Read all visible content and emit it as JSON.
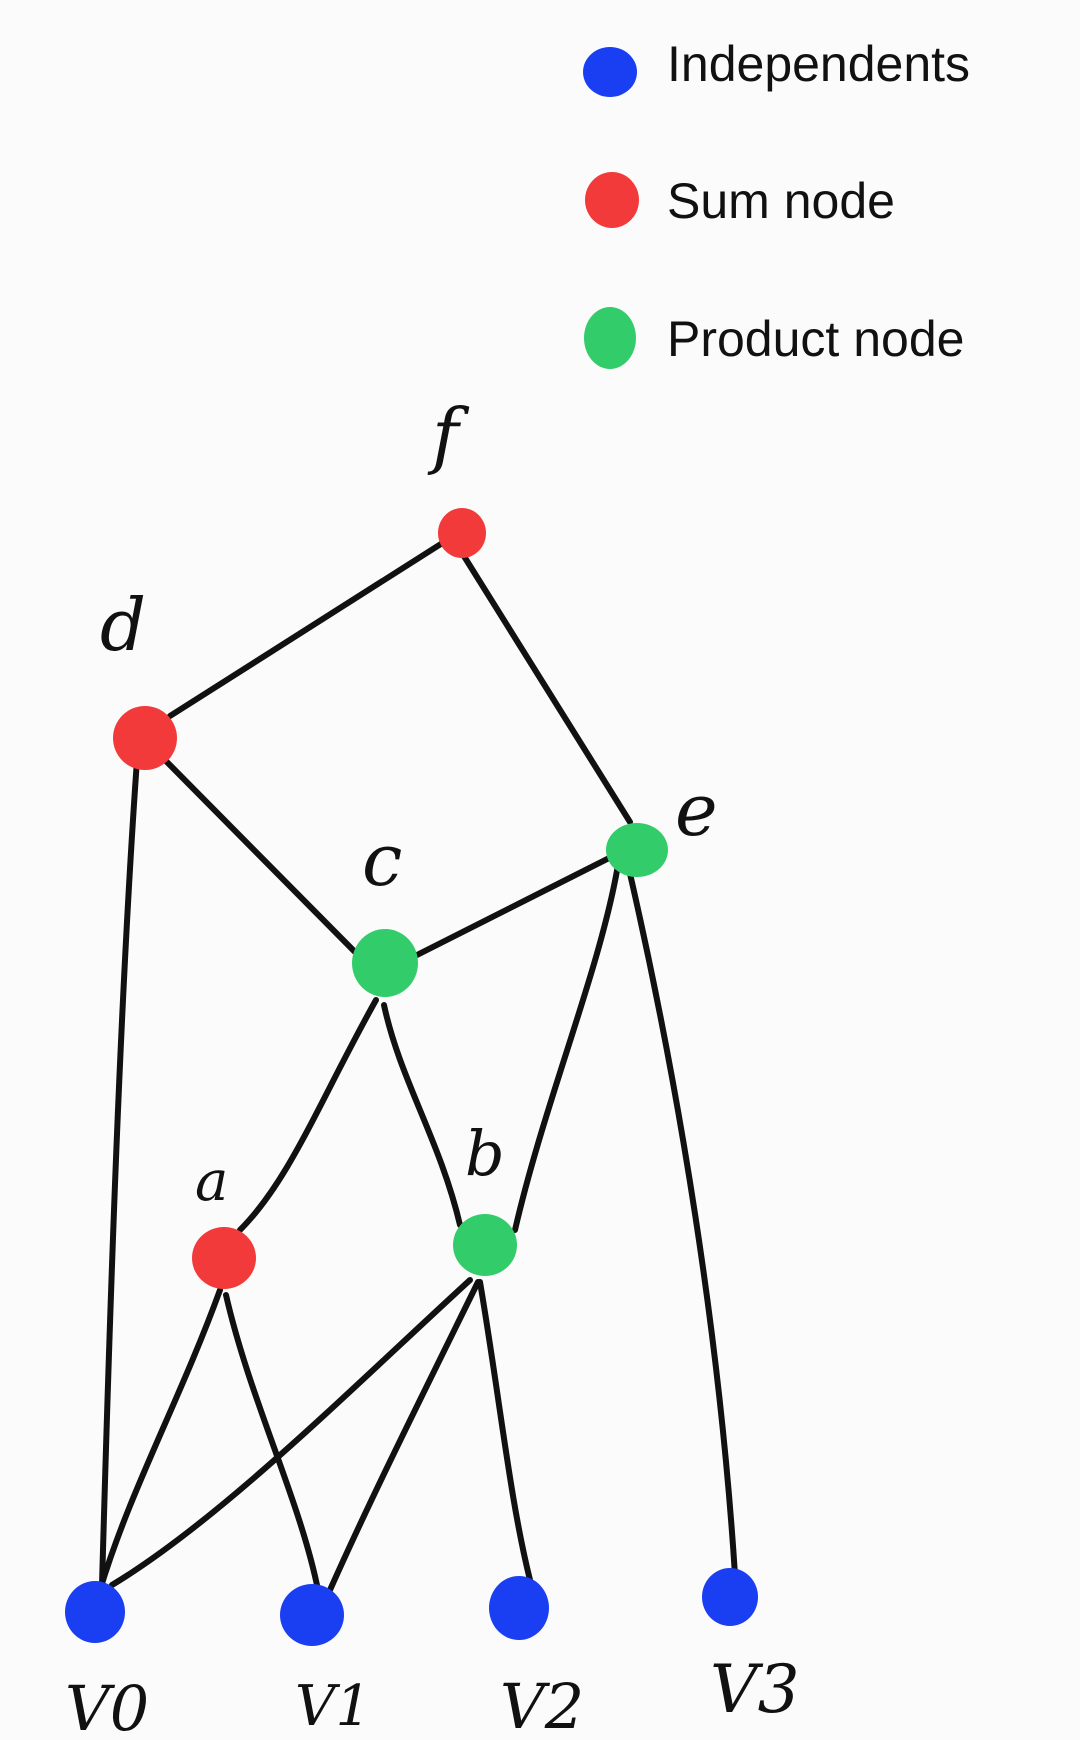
{
  "legend": {
    "items": [
      {
        "label": "Independents",
        "color": "#1a3ff2"
      },
      {
        "label": "Sum node",
        "color": "#f23a3a"
      },
      {
        "label": "Product node",
        "color": "#33cc6a"
      }
    ]
  },
  "nodes": {
    "f": {
      "label": "f",
      "type": "sum"
    },
    "d": {
      "label": "d",
      "type": "sum"
    },
    "e": {
      "label": "e",
      "type": "product"
    },
    "c": {
      "label": "c",
      "type": "product"
    },
    "a": {
      "label": "a",
      "type": "sum"
    },
    "b": {
      "label": "b",
      "type": "product"
    },
    "v0": {
      "label": "V0",
      "type": "independent"
    },
    "v1": {
      "label": "V1",
      "type": "independent"
    },
    "v2": {
      "label": "V2",
      "type": "independent"
    },
    "v3": {
      "label": "V3",
      "type": "independent"
    }
  },
  "edges": [
    [
      "f",
      "d"
    ],
    [
      "f",
      "e"
    ],
    [
      "d",
      "c"
    ],
    [
      "d",
      "v0"
    ],
    [
      "e",
      "c"
    ],
    [
      "e",
      "b"
    ],
    [
      "e",
      "v3"
    ],
    [
      "c",
      "a"
    ],
    [
      "c",
      "b"
    ],
    [
      "a",
      "v0"
    ],
    [
      "a",
      "v1"
    ],
    [
      "b",
      "v0"
    ],
    [
      "b",
      "v1"
    ],
    [
      "b",
      "v2"
    ]
  ],
  "colors": {
    "independent": "#1a3ff2",
    "sum": "#f23a3a",
    "product": "#33cc6a",
    "edge": "#111111"
  }
}
